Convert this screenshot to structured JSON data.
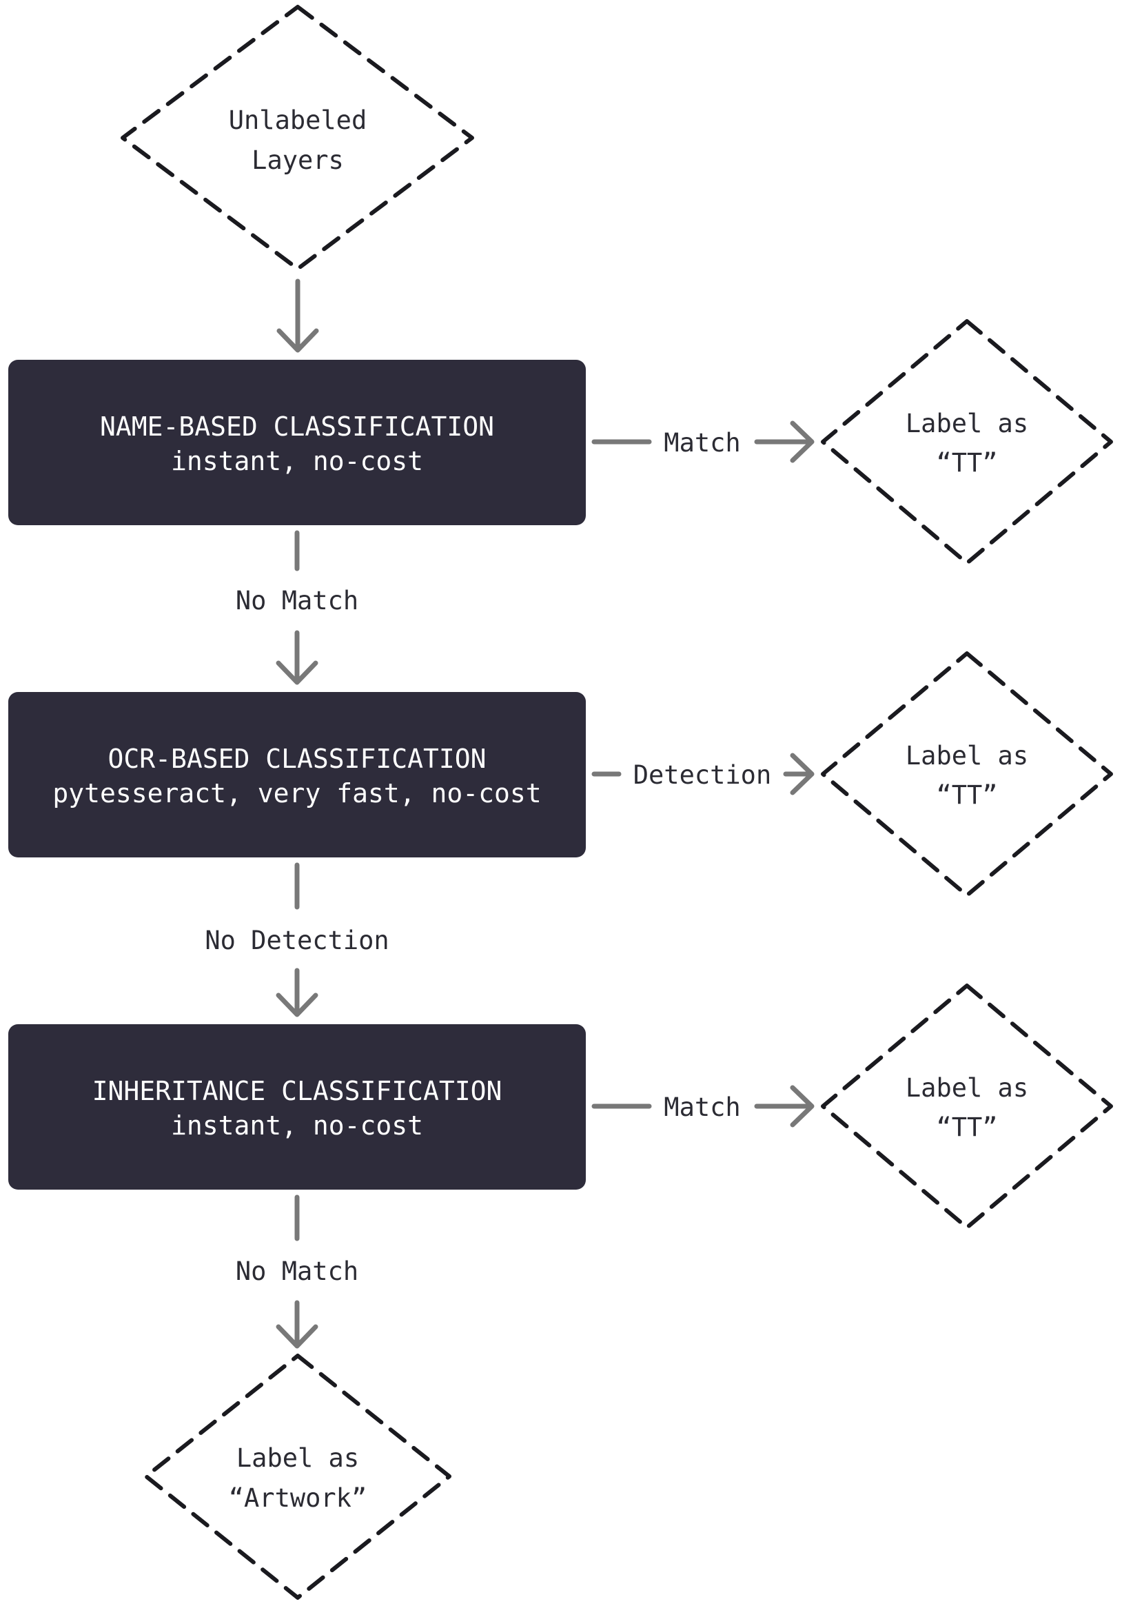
{
  "diagram": {
    "start": {
      "line1": "Unlabeled",
      "line2": "Layers"
    },
    "steps": [
      {
        "title": "NAME-BASED CLASSIFICATION",
        "subtitle": "instant, no-cost",
        "side_label": "Match",
        "down_label": "No Match",
        "result": {
          "line1": "Label as",
          "line2": "“TT”"
        }
      },
      {
        "title": "OCR-BASED CLASSIFICATION",
        "subtitle": "pytesseract, very fast, no-cost",
        "side_label": "Detection",
        "down_label": "No Detection",
        "result": {
          "line1": "Label as",
          "line2": "“TT”"
        }
      },
      {
        "title": "INHERITANCE CLASSIFICATION",
        "subtitle": "instant, no-cost",
        "side_label": "Match",
        "down_label": "No Match",
        "result": {
          "line1": "Label as",
          "line2": "“TT”"
        }
      }
    ],
    "end": {
      "line1": "Label as",
      "line2": "“Artwork”"
    }
  },
  "colors": {
    "box_fill": "#2e2c3b",
    "box_text": "#ffffff",
    "connector": "#787878",
    "diamond_stroke": "#1a1a1f",
    "text": "#2b2b33"
  }
}
